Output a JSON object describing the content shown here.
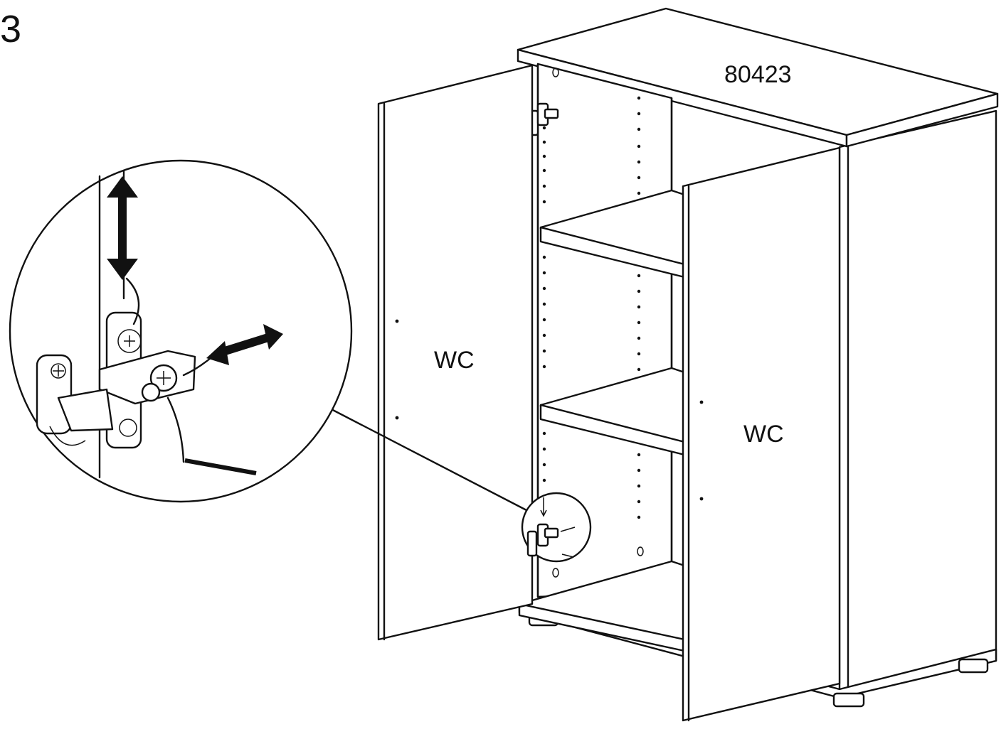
{
  "step_number": "3",
  "model_number": "80423",
  "door_left_label": "WC",
  "door_right_label": "WC",
  "icons": [
    "hinge-detail-callout-icon",
    "up-down-adjust-arrow-icon",
    "left-right-adjust-arrow-icon",
    "depth-adjust-arrow-icon"
  ],
  "colors": {
    "line": "#111111",
    "background": "#ffffff"
  }
}
